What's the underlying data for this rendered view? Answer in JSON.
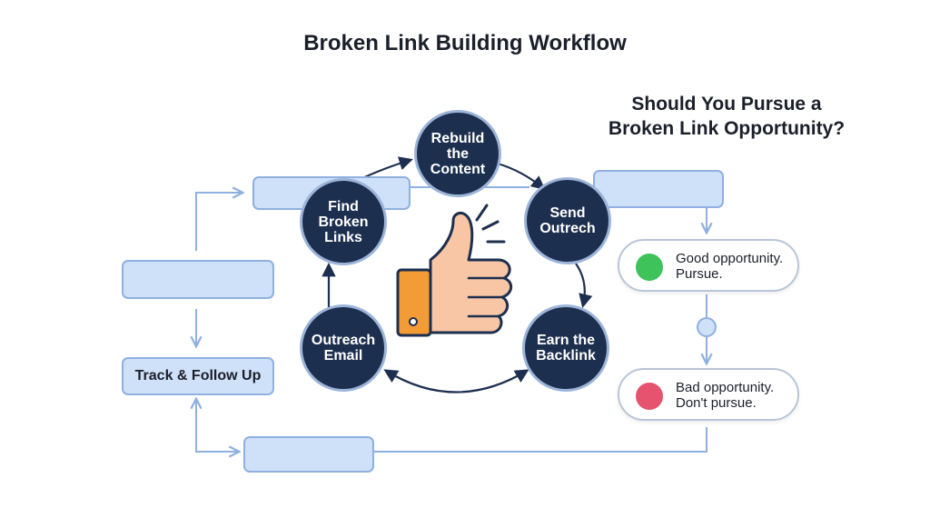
{
  "title": "Broken Link Building Workflow",
  "side_title": {
    "line1": "Should You Pursue a",
    "line2": "Broken Link Opportunity?"
  },
  "cycle": [
    {
      "id": "find",
      "lines": [
        "Find",
        "Broken",
        "Links"
      ]
    },
    {
      "id": "rebuild",
      "lines": [
        "Rebuild",
        "the",
        "Content"
      ]
    },
    {
      "id": "send",
      "lines": [
        "Send",
        "Outrech"
      ]
    },
    {
      "id": "earn",
      "lines": [
        "Earn the",
        "Backlink"
      ]
    },
    {
      "id": "email",
      "lines": [
        "Outreach",
        "Email"
      ]
    }
  ],
  "track_label": "Track & Follow Up",
  "decisions": {
    "good": {
      "line1": "Good opportunity.",
      "line2": "Pursue.",
      "color": "#3ec25a"
    },
    "bad": {
      "line1": "Bad opportunity.",
      "line2": "Don't pursue.",
      "color": "#e5536e"
    }
  },
  "icon": "thumbs-up-icon",
  "colors": {
    "node_fill": "#1d2f4f",
    "node_ring": "#9cb4d8",
    "box_fill": "#cfe0f9",
    "connector": "#8fb0e0",
    "arrow": "#1d2f4f",
    "thumb_skin": "#f8c6a4",
    "thumb_cuff": "#f39b35"
  }
}
